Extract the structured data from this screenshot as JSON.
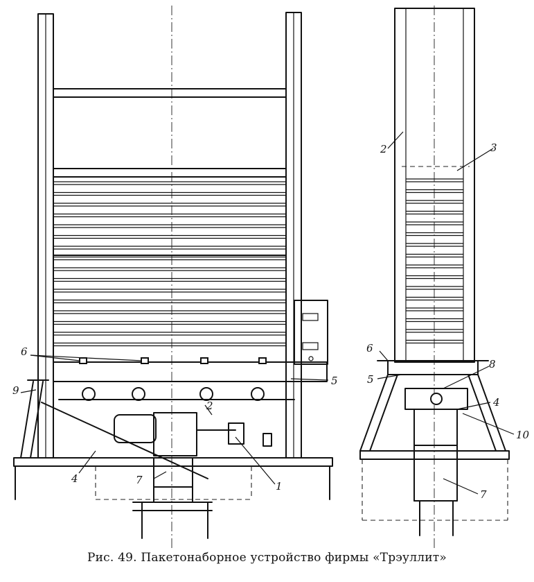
{
  "caption": "Рис. 49. Пакетонаборное устройство фирмы «Трэуллит»",
  "callouts": {
    "front": [
      "6",
      "9",
      "5",
      "4",
      "7",
      "1",
      "2"
    ],
    "side": [
      "2",
      "3",
      "6",
      "5",
      "8",
      "4",
      "10",
      "7"
    ]
  }
}
